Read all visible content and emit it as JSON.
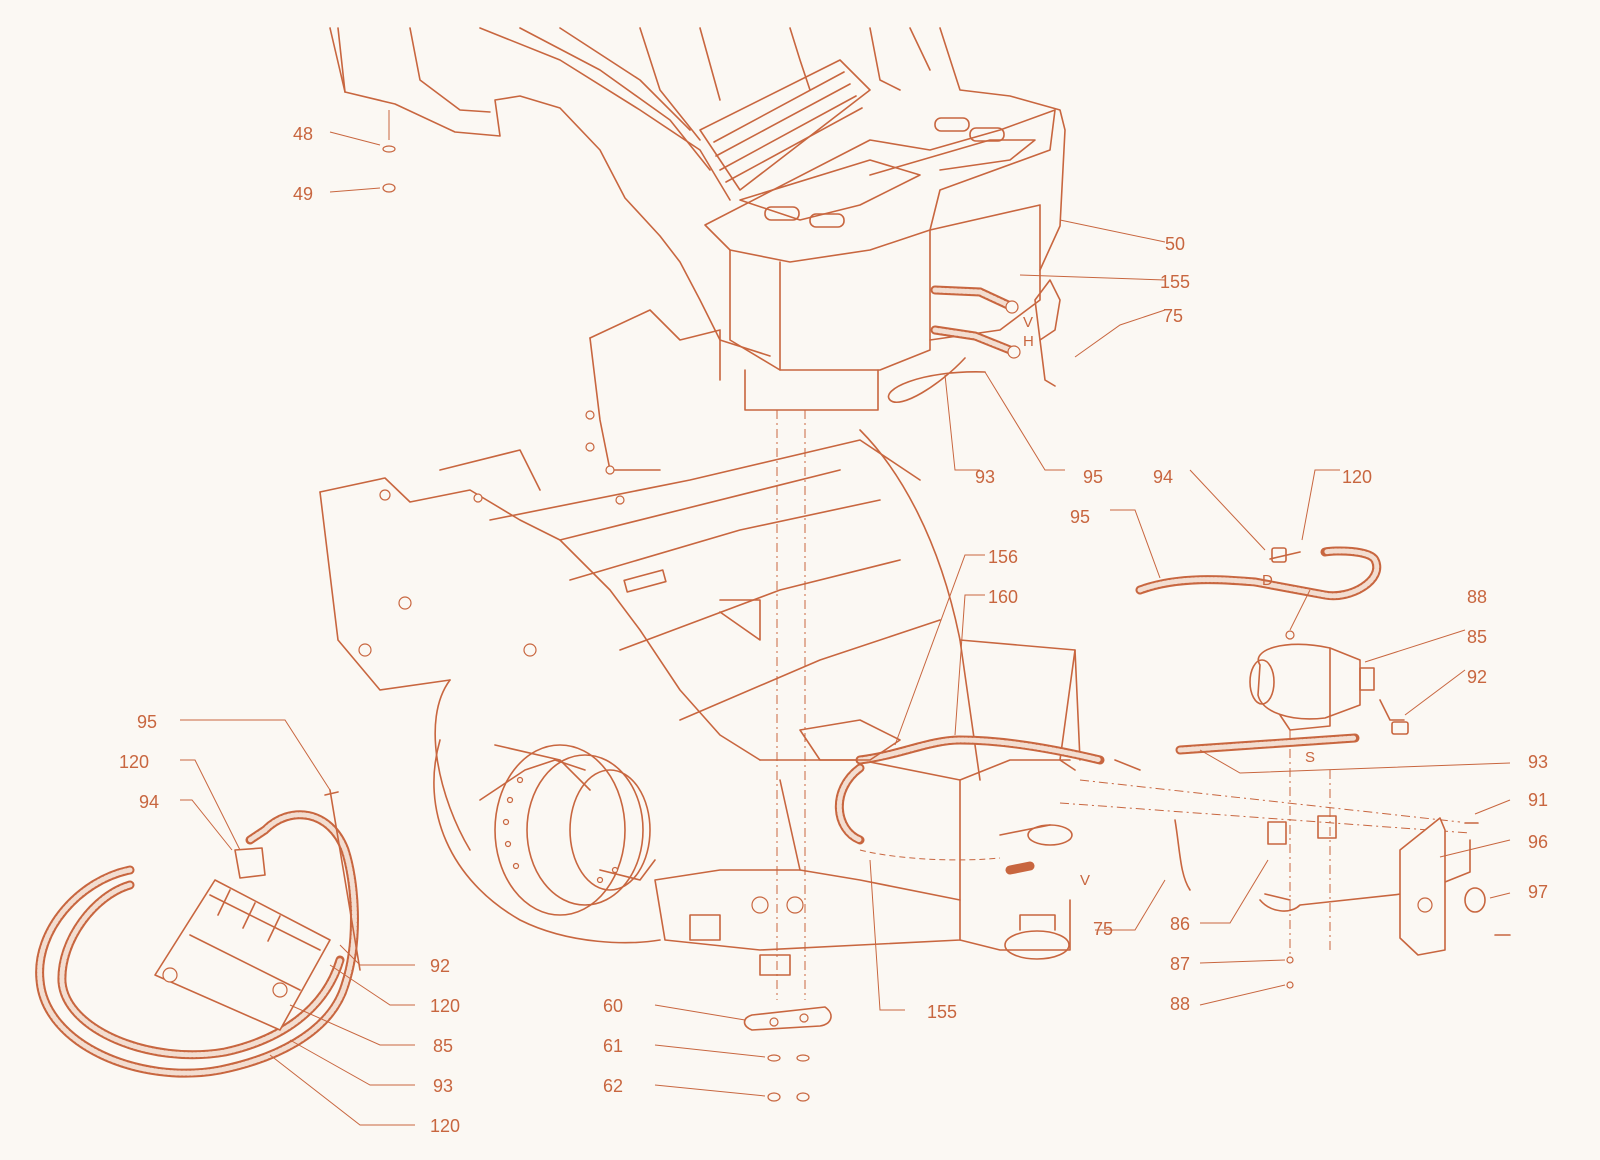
{
  "colors": {
    "line": "#c8663f",
    "background": "#fbf8f3"
  },
  "callouts": {
    "c48": "48",
    "c49": "49",
    "c50": "50",
    "c155a": "155",
    "c75a": "75",
    "c93a": "93",
    "c95a": "95",
    "c94a": "94",
    "c120a": "120",
    "c95b": "95",
    "c88a": "88",
    "c85a": "85",
    "c92a": "92",
    "c93b": "93",
    "c91": "91",
    "c96": "96",
    "c97": "97",
    "c86": "86",
    "c87": "87",
    "c88b": "88",
    "c75b": "75",
    "c155b": "155",
    "c156": "156",
    "c160": "160",
    "c60": "60",
    "c61": "61",
    "c62": "62",
    "c95c": "95",
    "c120b": "120",
    "c94b": "94",
    "c92b": "92",
    "c120c": "120",
    "c85b": "85",
    "c93c": "93",
    "c120d": "120"
  },
  "marks": {
    "v_upper": "V",
    "h_upper": "H",
    "d_hose": "D",
    "s_hose": "S",
    "v_lower": "V"
  }
}
